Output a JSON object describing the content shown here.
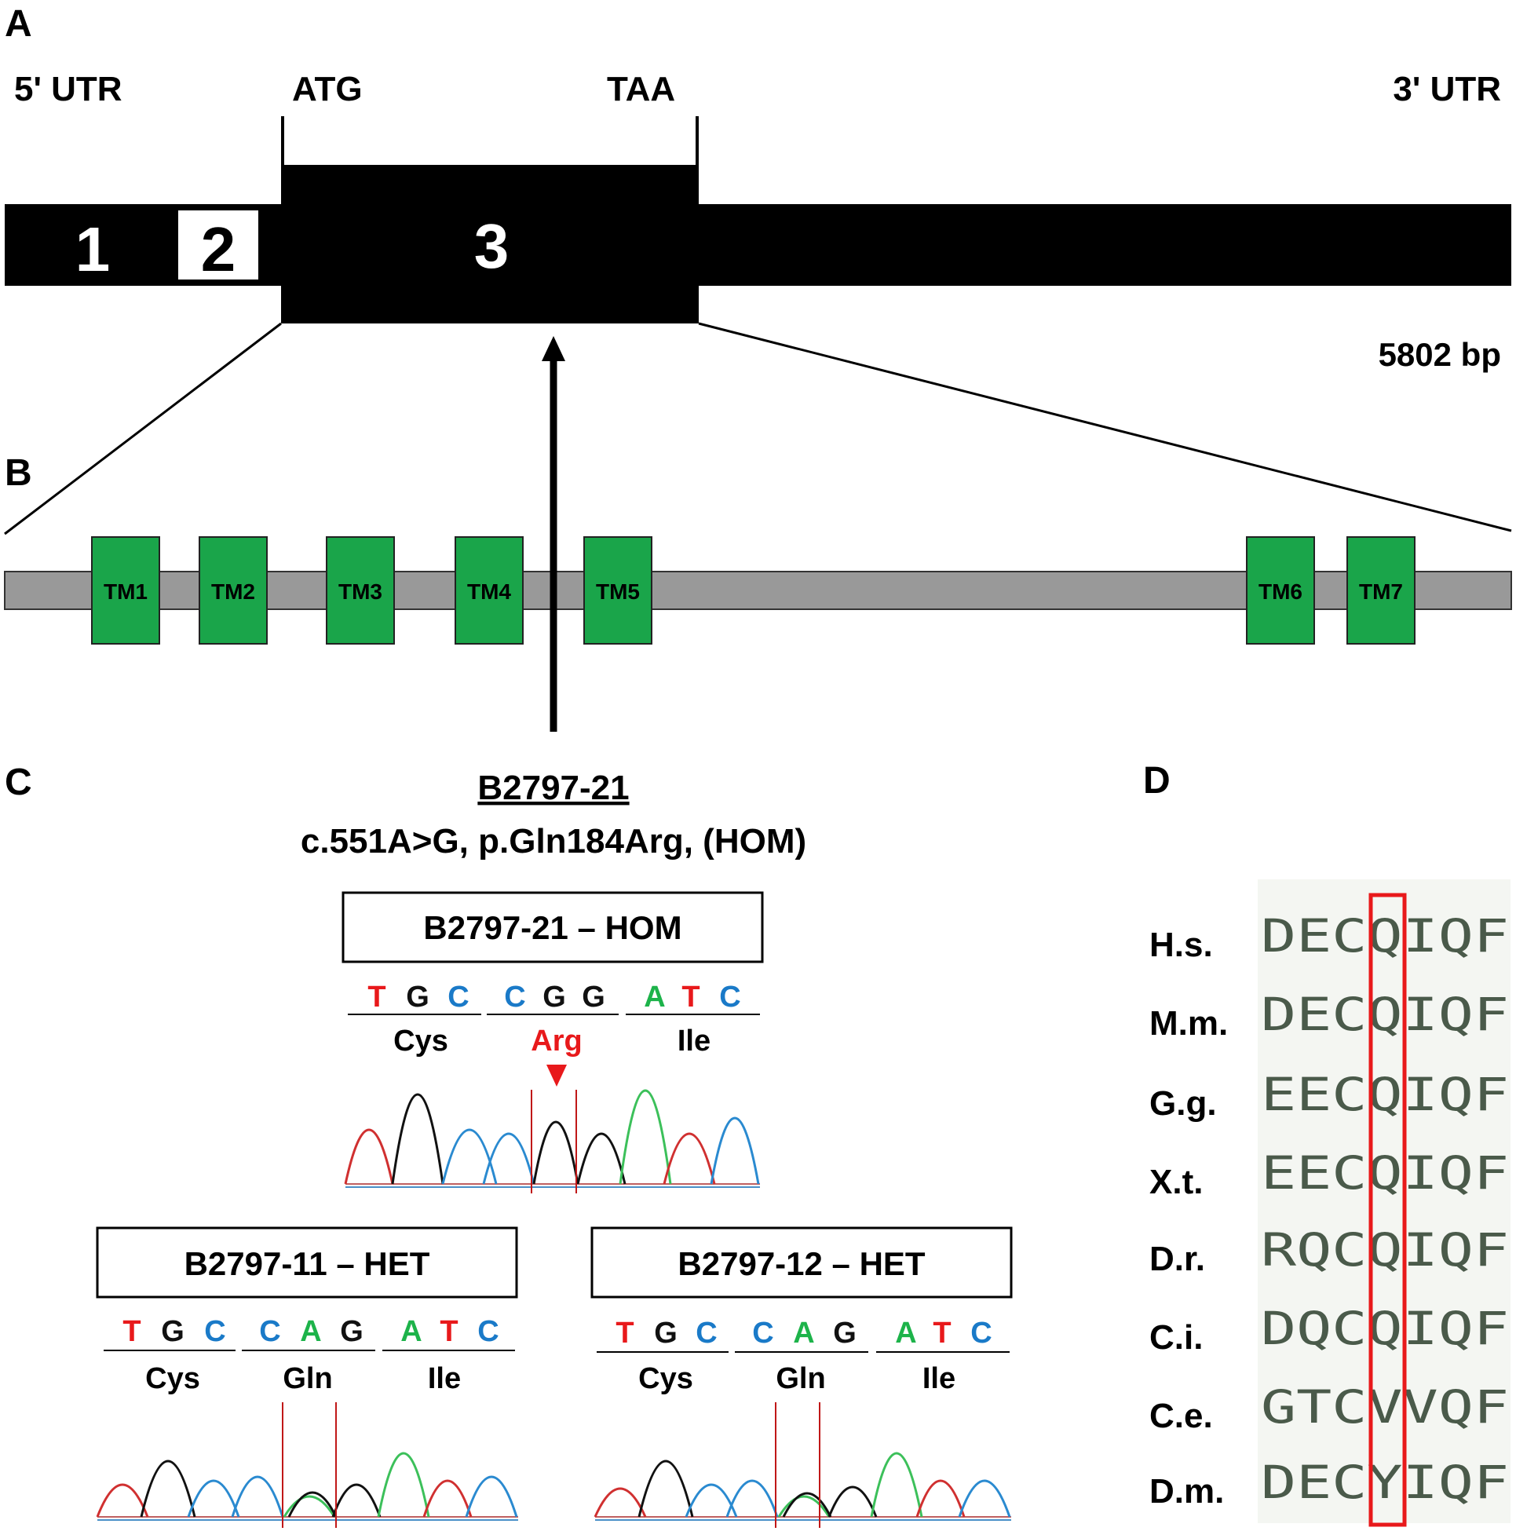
{
  "panel_labels": {
    "a": "A",
    "b": "B",
    "c": "C",
    "d": "D"
  },
  "gene": {
    "utr5": "5' UTR",
    "start_codon": "ATG",
    "stop_codon": "TAA",
    "utr3": "3' UTR",
    "exons": [
      "1",
      "2",
      "3"
    ],
    "length": "5802 bp"
  },
  "protein": {
    "domains": [
      "TM1",
      "TM2",
      "TM3",
      "TM4",
      "TM5",
      "TM6",
      "TM7"
    ]
  },
  "variant": {
    "sample": "B2797-21",
    "description": "c.551A>G, p.Gln184Arg, (HOM)"
  },
  "chromatograms": [
    {
      "title": "B2797-21 – HOM",
      "codons": [
        {
          "bases": [
            "T",
            "G",
            "C"
          ],
          "aa": "Cys",
          "highlight": false
        },
        {
          "bases": [
            "C",
            "G",
            "G"
          ],
          "aa": "Arg",
          "highlight": true
        },
        {
          "bases": [
            "A",
            "T",
            "C"
          ],
          "aa": "Ile",
          "highlight": false
        }
      ]
    },
    {
      "title": "B2797-11 – HET",
      "codons": [
        {
          "bases": [
            "T",
            "G",
            "C"
          ],
          "aa": "Cys",
          "highlight": false
        },
        {
          "bases": [
            "C",
            "A",
            "G"
          ],
          "aa": "Gln",
          "highlight": false
        },
        {
          "bases": [
            "A",
            "T",
            "C"
          ],
          "aa": "Ile",
          "highlight": false
        }
      ]
    },
    {
      "title": "B2797-12 – HET",
      "codons": [
        {
          "bases": [
            "T",
            "G",
            "C"
          ],
          "aa": "Cys",
          "highlight": false
        },
        {
          "bases": [
            "C",
            "A",
            "G"
          ],
          "aa": "Gln",
          "highlight": false
        },
        {
          "bases": [
            "A",
            "T",
            "C"
          ],
          "aa": "Ile",
          "highlight": false
        }
      ]
    }
  ],
  "alignment": [
    {
      "species": "H.s.",
      "seq": "DECQIQF"
    },
    {
      "species": "M.m.",
      "seq": "DECQIQF"
    },
    {
      "species": "G.g.",
      "seq": "EECQIQF"
    },
    {
      "species": "X.t.",
      "seq": "EECQIQF"
    },
    {
      "species": "D.r.",
      "seq": "RQCQIQF"
    },
    {
      "species": "C.i.",
      "seq": "DQCQIQF"
    },
    {
      "species": "C.e.",
      "seq": "GTCVVQF"
    },
    {
      "species": "D.m.",
      "seq": "DECYIQF"
    }
  ],
  "colors": {
    "exon": "#000000",
    "protein_bar": "#999999",
    "tm_domain": "#1aa54a",
    "base_T": "#e8191b",
    "base_G": "#111111",
    "base_C": "#1a7ac8",
    "base_A": "#1db34a",
    "mutation": "#e8191b",
    "highlight_box": "#e8191b"
  }
}
